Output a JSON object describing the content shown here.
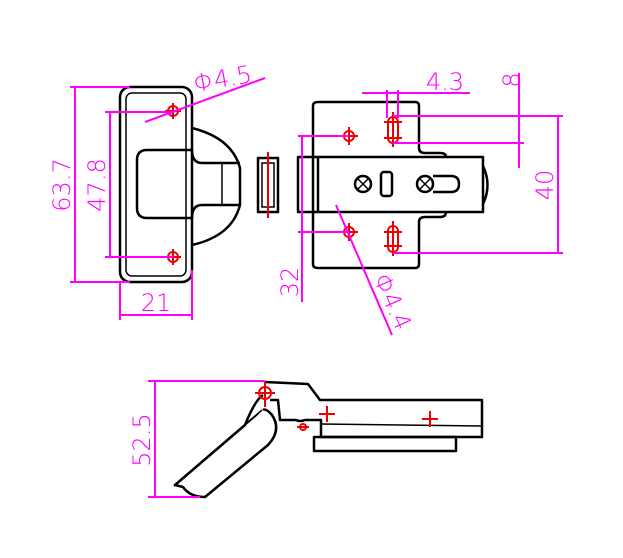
{
  "title": "Concealed hinge dimension drawing",
  "colors": {
    "outline": "#000000",
    "dimension": "#ff00ff",
    "hole_center": "#ee0000"
  },
  "dimensions": {
    "cup_hole_diameter": "Φ4.5",
    "cup_height": "63.7",
    "cup_hole_spacing": "47.8",
    "cup_width": "21",
    "plate_slot_width": "4.3",
    "plate_slot_length": "8",
    "plate_slot_spacing": "40",
    "plate_hole_spacing": "32",
    "plate_hole_diameter": "Φ4.4",
    "side_height": "52.5"
  }
}
